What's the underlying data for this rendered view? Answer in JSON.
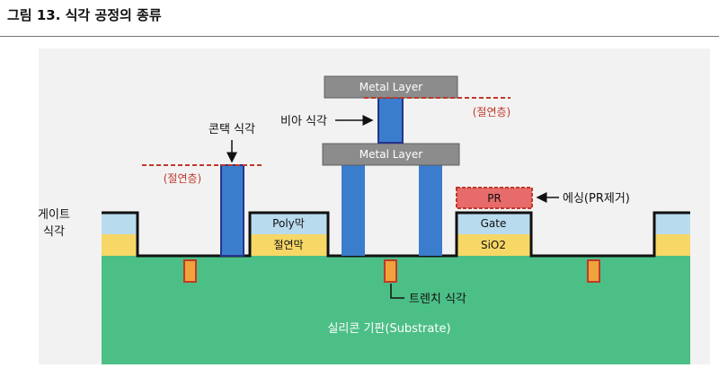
{
  "figure": {
    "title": "그림 13. 식각 공정의 종류"
  },
  "diagram": {
    "labels": {
      "substrate": "실리콘 기판(Substrate)",
      "gate_etch_line1": "게이트",
      "gate_etch_line2": "식각",
      "contact_etch": "콘택 식각",
      "via_etch": "비아 식각",
      "trench_etch": "트렌치 식각",
      "ashing": "에싱(PR제거)",
      "insulator_left": "(절연층)",
      "insulator_right": "(절연층)",
      "metal_layer_top": "Metal Layer",
      "metal_layer_mid": "Metal Layer",
      "poly_film": "Poly막",
      "insulation_film": "절연막",
      "pr": "PR",
      "gate": "Gate",
      "sio2": "SiO2"
    },
    "colors": {
      "substrate": "#4cbf86",
      "yellow_layer": "#f7d766",
      "light_blue_layer": "#b9dbee",
      "via_blue": "#3a7dcc",
      "via_border": "#26338f",
      "metal_gray": "#8c8c8c",
      "pr_red": "#e86b6b",
      "trench_orange": "#f0a33a",
      "trench_border": "#c0392b",
      "dashed_red": "#c0392b"
    }
  }
}
